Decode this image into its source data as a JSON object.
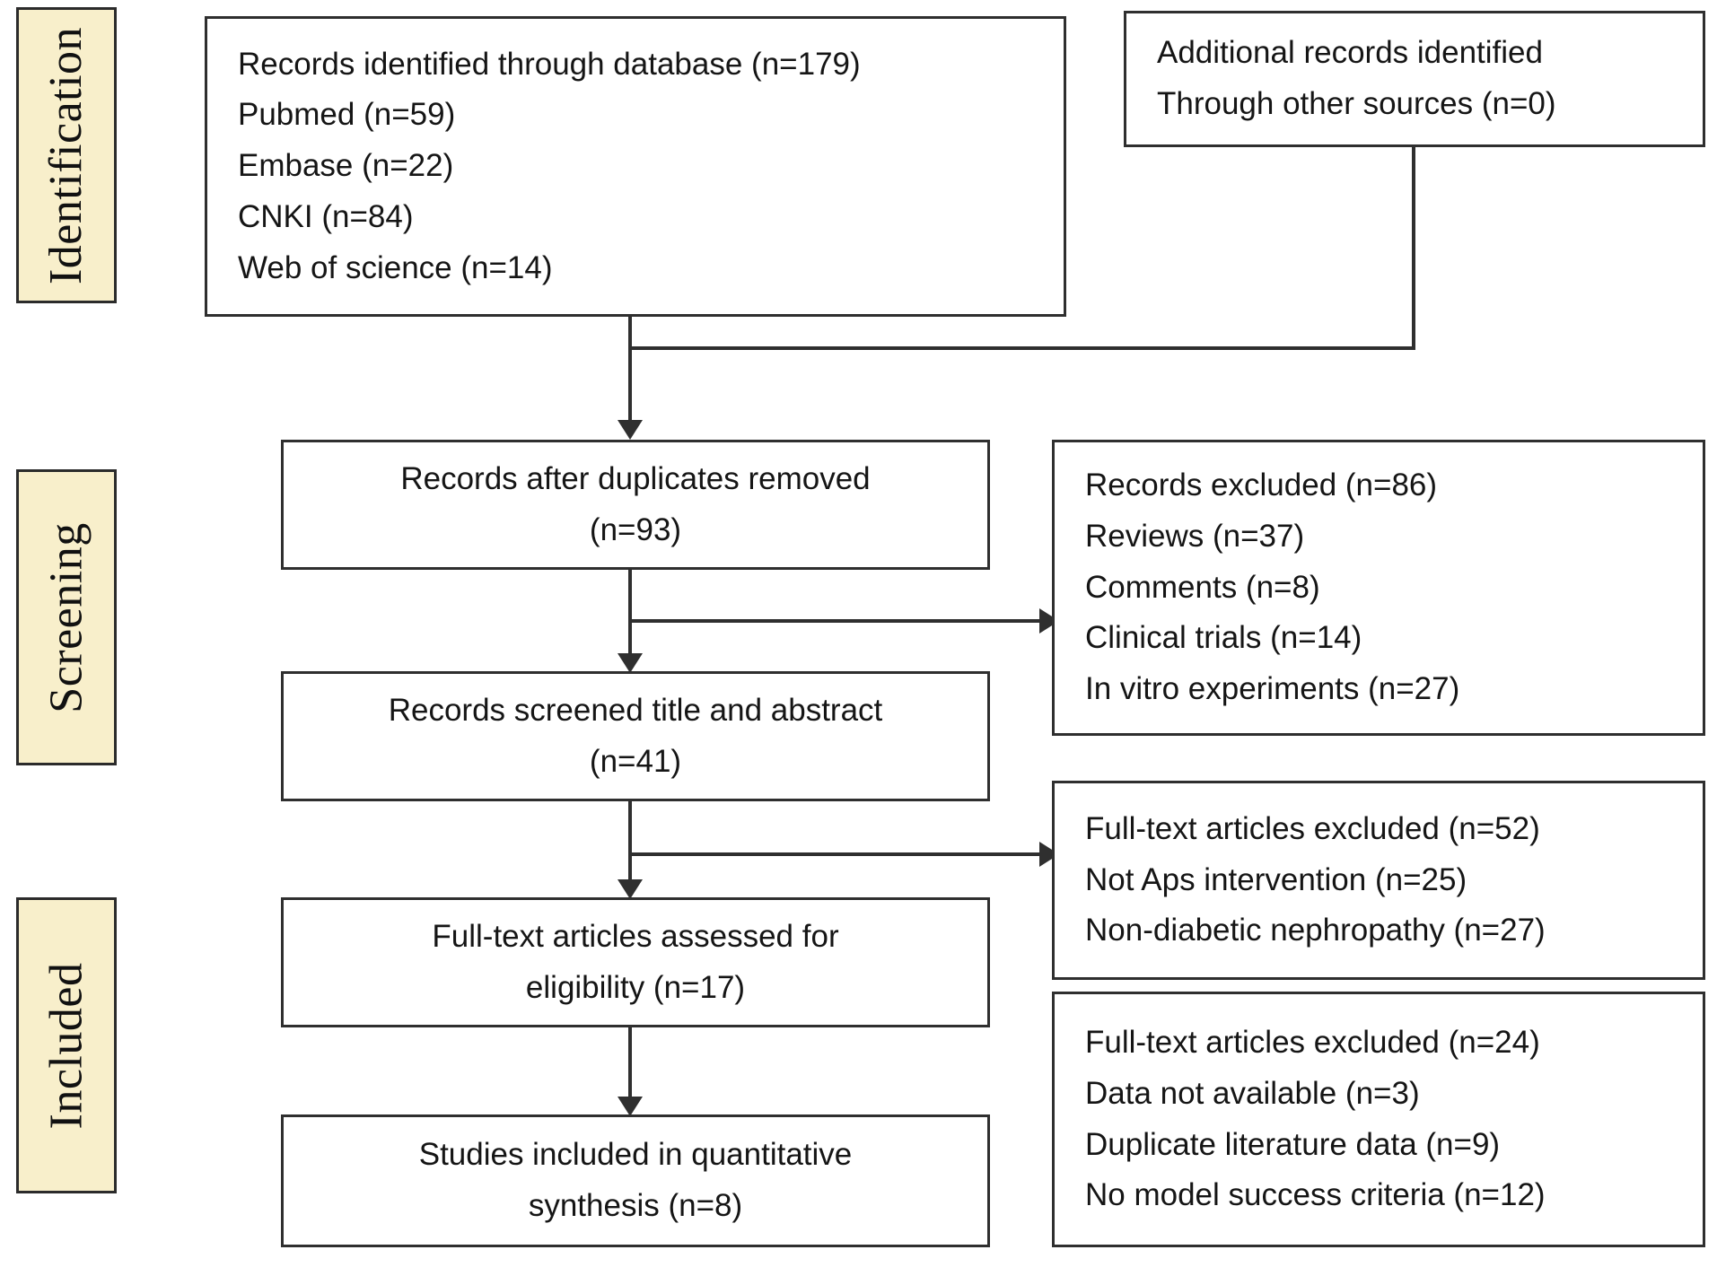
{
  "diagram": {
    "title": "PRISMA study selection flow diagram",
    "colors": {
      "stage_label_background": "#F8EFCB",
      "stage_label_border": "#2B2B2B",
      "box_border": "#2F2F2F",
      "connector": "#2F2F2F",
      "text": "#151515",
      "page_background": "#FFFFFF"
    }
  },
  "stages": [
    {
      "id": "identification",
      "label": "Identification"
    },
    {
      "id": "screening",
      "label": "Screening"
    },
    {
      "id": "included",
      "label": "Included"
    }
  ],
  "boxes": {
    "records_identified": {
      "name": "records-identified-database",
      "lines": [
        "Records identified through database (n=179)",
        "Pubmed (n=59)",
        "Embase (n=22)",
        "CNKI (n=84)",
        "Web of science (n=14)"
      ]
    },
    "additional_records": {
      "name": "additional-records-other-sources",
      "lines": [
        "Additional records identified",
        "Through other sources (n=0)"
      ]
    },
    "after_duplicates": {
      "name": "records-after-duplicates-removed",
      "lines": [
        "Records after duplicates removed",
        "(n=93)"
      ]
    },
    "screened_title_abstract": {
      "name": "records-screened-title-abstract",
      "lines": [
        "Records screened title and abstract",
        "(n=41)"
      ]
    },
    "fulltext_assessed": {
      "name": "full-text-articles-assessed-eligibility",
      "lines": [
        "Full-text articles assessed for",
        "eligibility (n=17)"
      ]
    },
    "studies_included": {
      "name": "studies-included-quantitative-synthesis",
      "lines": [
        "Studies included in quantitative",
        "synthesis (n=8)"
      ]
    },
    "records_excluded": {
      "name": "records-excluded",
      "lines": [
        "Records excluded (n=86)",
        "Reviews (n=37)",
        "Comments (n=8)",
        "Clinical trials (n=14)",
        "In vitro experiments (n=27)"
      ]
    },
    "fulltext_excluded_1": {
      "name": "full-text-articles-excluded-first",
      "lines": [
        "Full-text articles excluded (n=52)",
        "Not Aps intervention (n=25)",
        "Non-diabetic nephropathy (n=27)"
      ]
    },
    "fulltext_excluded_2": {
      "name": "full-text-articles-excluded-second",
      "lines": [
        "Full-text articles excluded (n=24)",
        "Data not available (n=3)",
        "Duplicate literature data (n=9)",
        "No model success criteria (n=12)"
      ]
    }
  },
  "chart_data": {
    "type": "diagram",
    "title": "PRISMA flow of study selection",
    "stages": [
      "Identification",
      "Screening",
      "Included"
    ],
    "counts": {
      "records_identified_database": 179,
      "pubmed": 59,
      "embase": 22,
      "cnki": 84,
      "web_of_science": 14,
      "additional_records_other_sources": 0,
      "records_after_duplicates_removed": 93,
      "records_excluded_total": 86,
      "excluded_reviews": 37,
      "excluded_comments": 8,
      "excluded_clinical_trials": 14,
      "excluded_in_vitro_experiments": 27,
      "records_screened_title_abstract": 41,
      "full_text_excluded_first_total": 52,
      "excluded_not_aps_intervention": 25,
      "excluded_non_diabetic_nephropathy": 27,
      "full_text_assessed_eligibility": 17,
      "full_text_excluded_second_total": 24,
      "excluded_data_not_available": 3,
      "excluded_duplicate_literature_data": 9,
      "excluded_no_model_success_criteria": 12,
      "studies_included_quantitative_synthesis": 8
    }
  }
}
